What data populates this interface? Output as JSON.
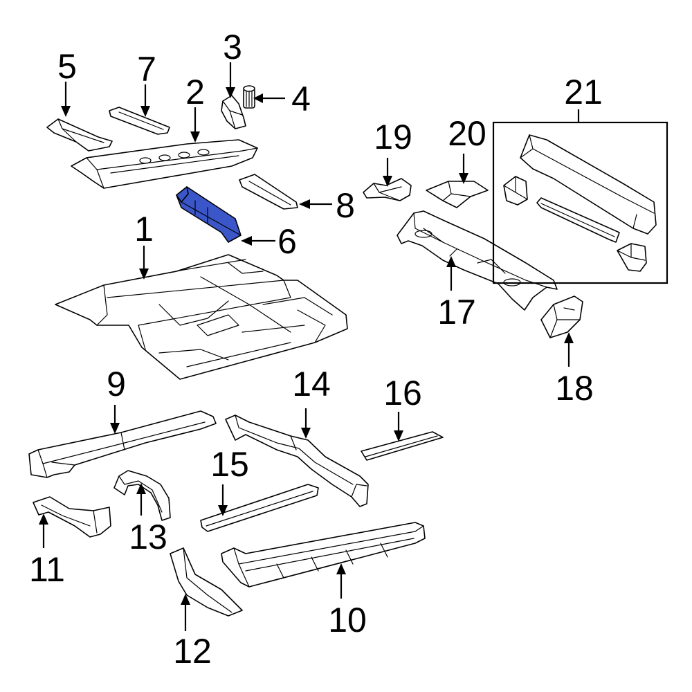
{
  "diagram": {
    "highlight_color": "#3a56c8",
    "highlighted_part": "6",
    "callouts": {
      "c1": "1",
      "c2": "2",
      "c3": "3",
      "c4": "4",
      "c5": "5",
      "c6": "6",
      "c7": "7",
      "c8": "8",
      "c9": "9",
      "c10": "10",
      "c11": "11",
      "c12": "12",
      "c13": "13",
      "c14": "14",
      "c15": "15",
      "c16": "16",
      "c17": "17",
      "c18": "18",
      "c19": "19",
      "c20": "20",
      "c21": "21"
    }
  }
}
